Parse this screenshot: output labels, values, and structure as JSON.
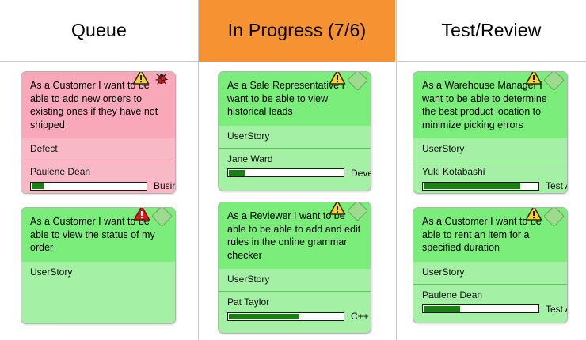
{
  "board": {
    "columns": [
      {
        "id": "queue",
        "title": "Queue",
        "wip_exceeded": false,
        "cards": [
          {
            "title": "As a Customer I want to be able to add new orders to existing ones if they have not shipped",
            "type": "Defect",
            "owner": "Paulene Dean",
            "tag": "Busin...",
            "progress": 12,
            "color": "pink",
            "icons": [
              "warning-triangle-yellow-icon",
              "bug-icon"
            ]
          },
          {
            "title": "As a Customer I want to be able to view the status of my order",
            "type": "UserStory",
            "owner": "",
            "tag": "",
            "progress": 0,
            "color": "green",
            "icons": [
              "warning-triangle-red-icon",
              "diamond-icon"
            ]
          }
        ]
      },
      {
        "id": "in-progress",
        "title": "In Progress (7/6)",
        "wip_exceeded": true,
        "cards": [
          {
            "title": "As a Sale Representative I want to be able to view historical leads",
            "type": "UserStory",
            "owner": "Jane Ward",
            "tag": "Devel...",
            "progress": 15,
            "color": "green",
            "icons": [
              "warning-triangle-yellow-icon",
              "diamond-icon"
            ]
          },
          {
            "title": "As a Reviewer I want to be able to be able to add and edit rules in the online grammar checker",
            "type": "UserStory",
            "owner": "Pat Taylor",
            "tag": "C++ Pr...",
            "progress": 62,
            "color": "green",
            "icons": [
              "warning-triangle-yellow-icon",
              "diamond-icon"
            ]
          }
        ]
      },
      {
        "id": "test-review",
        "title": "Test/Review",
        "wip_exceeded": false,
        "cards": [
          {
            "title": "As a Warehouse Manager I want to be able to determine the best product location to minimize picking errors",
            "type": "UserStory",
            "owner": "Yuki Kotabashi",
            "tag": "Test A...",
            "progress": 85,
            "color": "green",
            "icons": [
              "warning-triangle-yellow-icon",
              "diamond-icon"
            ]
          },
          {
            "title": "As a Customer I want to be able to rent an item for a specified duration",
            "type": "UserStory",
            "owner": "Paulene Dean",
            "tag": "Test A...",
            "progress": 33,
            "color": "green",
            "icons": [
              "warning-triangle-yellow-icon",
              "diamond-icon"
            ]
          }
        ]
      }
    ]
  },
  "colors": {
    "wip_exceeded_header": "#f79233",
    "card_green": "#a4f0a4",
    "card_green_title": "#7aed7a",
    "card_pink": "#f9b8c6",
    "card_pink_title": "#f9a8ba",
    "progress_fill": "#17820f",
    "warning_yellow": "#ffd21e",
    "warning_red": "#d81a1a"
  }
}
